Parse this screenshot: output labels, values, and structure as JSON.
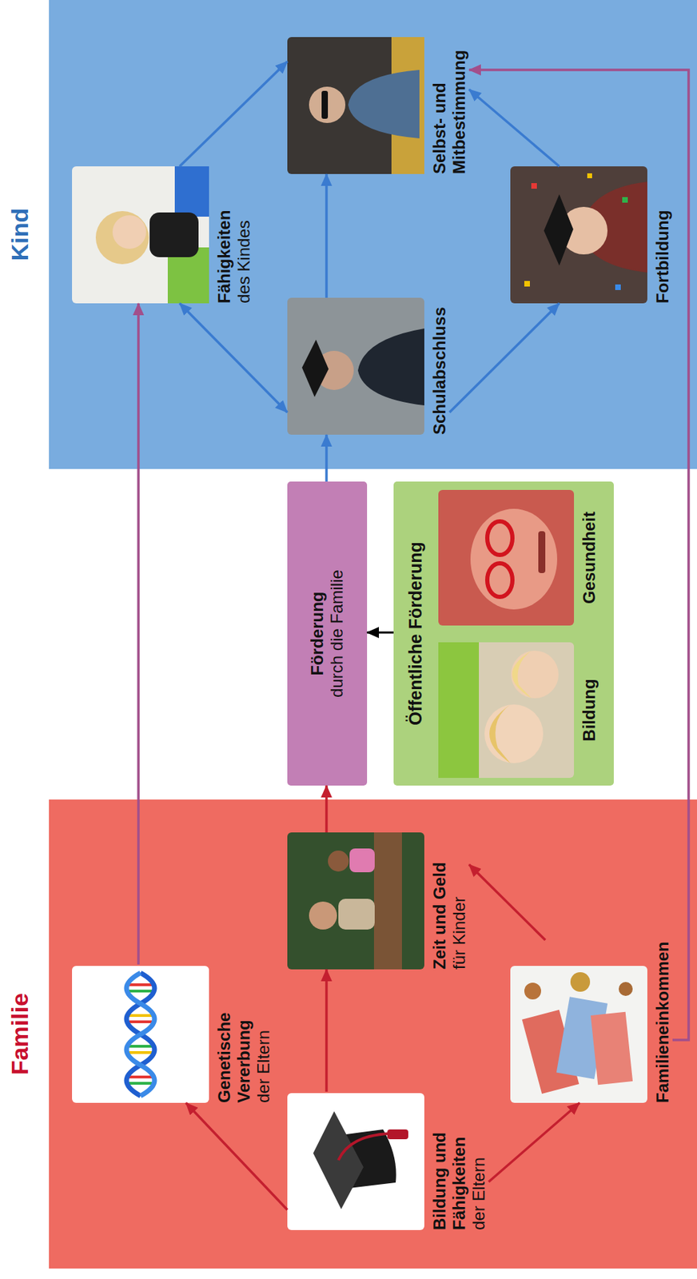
{
  "diagram": {
    "nodes": [
      {
        "text": [
          "Familie"
        ]
      },
      {
        "text": [
          "Bildung und Fähigkeiten",
          "der Eltern"
        ],
        "in": 0
      },
      {
        "text": [
          "Genetische Vererbung",
          "der Eltern"
        ],
        "in": 0
      },
      {
        "text": [
          "Zeit und Geld",
          "für Kinder"
        ],
        "in": 0
      },
      {
        "text": [
          "Familieneinkommen"
        ],
        "in": 0
      },
      {
        "text": [
          "Förderung",
          "durch die Familie"
        ]
      },
      {
        "text": [
          "Öffentliche Förderung"
        ]
      },
      {
        "text": [
          "Bildung"
        ],
        "in": 6
      },
      {
        "text": [
          "Gesundheit"
        ],
        "in": 6
      },
      {
        "text": [
          "Kind"
        ]
      },
      {
        "text": [
          "Fähigkeiten",
          "des Kindes"
        ],
        "in": 9
      },
      {
        "text": [
          "Schulabschluss"
        ],
        "in": 9
      },
      {
        "text": [
          "Selbst- und Mitbestimmung"
        ],
        "in": 9
      },
      {
        "text": [
          "Fortbildung"
        ],
        "in": 9
      }
    ],
    "edges": [
      {
        "from": 1,
        "to": 2,
        "arrow": "to"
      },
      {
        "from": 1,
        "to": 4,
        "arrow": "to"
      },
      {
        "from": 1,
        "to": 3,
        "arrow": "to"
      },
      {
        "from": 4,
        "to": 3,
        "arrow": "to"
      },
      {
        "from": 3,
        "to": 5,
        "arrow": "to"
      },
      {
        "from": 2,
        "to": 10,
        "arrow": "to"
      },
      {
        "from": 4,
        "to": 12,
        "arrow": "to"
      },
      {
        "from": 6,
        "to": 5,
        "arrow": "to"
      },
      {
        "from": 5,
        "to": 11,
        "arrow": "to"
      },
      {
        "from": 10,
        "to": 11,
        "arrow": "both"
      },
      {
        "from": 10,
        "to": 12,
        "arrow": "to"
      },
      {
        "from": 11,
        "to": 12,
        "arrow": "to"
      },
      {
        "from": 11,
        "to": 13,
        "arrow": "to"
      },
      {
        "from": 13,
        "to": 12,
        "arrow": "to"
      }
    ]
  }
}
